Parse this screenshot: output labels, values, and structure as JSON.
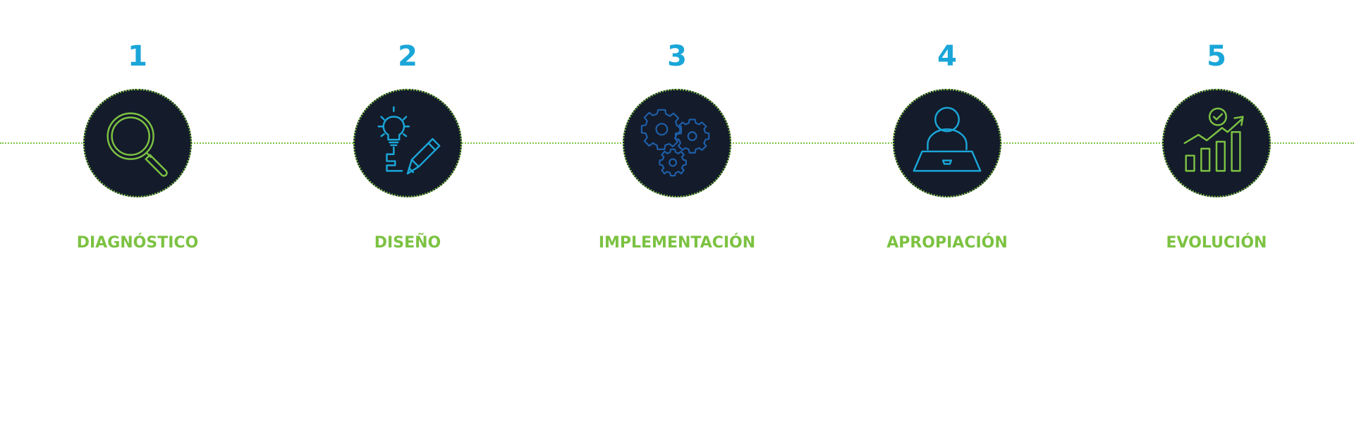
{
  "colors": {
    "number": "#1aa6d8",
    "label": "#7cc242",
    "circle_fill": "#141b2b",
    "dotted_line": "#7cc242",
    "icon_green": "#7cc242",
    "icon_blue": "#1aa6d8",
    "icon_dark_blue": "#1e5fa8"
  },
  "steps": [
    {
      "number": "1",
      "label": "DIAGNÓSTICO",
      "icon": "magnifying-glass-icon"
    },
    {
      "number": "2",
      "label": "DISEÑO",
      "icon": "lightbulb-pencil-icon"
    },
    {
      "number": "3",
      "label": "IMPLEMENTACIÓN",
      "icon": "gears-icon"
    },
    {
      "number": "4",
      "label": "APROPIACIÓN",
      "icon": "user-laptop-icon"
    },
    {
      "number": "5",
      "label": "EVOLUCIÓN",
      "icon": "growth-chart-icon"
    }
  ]
}
